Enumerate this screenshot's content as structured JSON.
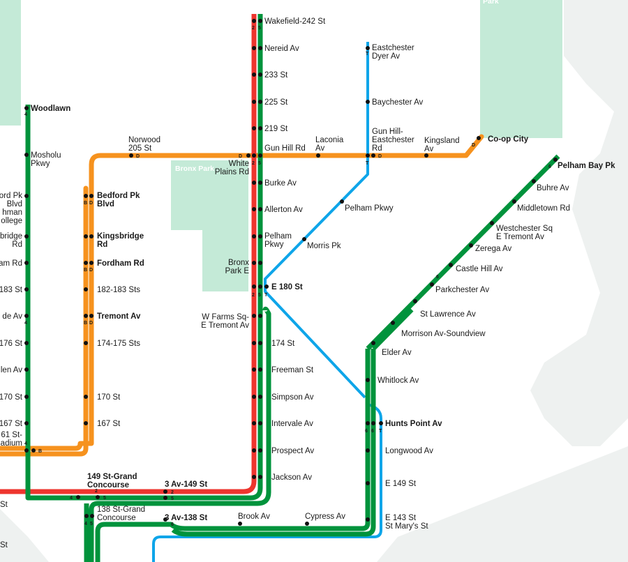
{
  "colors": {
    "background": "#ffffff",
    "water": "#eef1f0",
    "park": "#c4ead7",
    "red_line": "#ee352e",
    "green_line": "#00933c",
    "orange_line": "#f6921e",
    "blue_line": "#0ea5e9",
    "station": "#111111"
  },
  "parks": [
    {
      "id": "bronx-park",
      "label": "Bronx Park"
    },
    {
      "id": "pelham-park",
      "label": "Park"
    }
  ],
  "lines": {
    "red": {
      "routes": [
        "2"
      ]
    },
    "green": {
      "routes": [
        "4",
        "5",
        "6"
      ]
    },
    "orange": {
      "routes": [
        "B",
        "D"
      ]
    },
    "blue": {
      "routes": [
        "T"
      ]
    }
  },
  "stations": {
    "wakefield": {
      "name": [
        "Wakefield-242 St"
      ]
    },
    "nereid": {
      "name": [
        "Nereid Av"
      ]
    },
    "s233": {
      "name": [
        "233 St"
      ]
    },
    "s225": {
      "name": [
        "225 St"
      ]
    },
    "s219": {
      "name": [
        "219 St"
      ]
    },
    "gunhill_rd": {
      "name": [
        "Gun Hill Rd"
      ]
    },
    "burke": {
      "name": [
        "Burke Av"
      ]
    },
    "allerton": {
      "name": [
        "Allerton Av"
      ]
    },
    "pelham_pkwy_2": {
      "name": [
        "Pelham",
        "Pkwy"
      ]
    },
    "bronx_park_e": {
      "name": [
        "Bronx",
        "Park E"
      ]
    },
    "white_plains": {
      "name": [
        "White",
        "Plains Rd"
      ]
    },
    "e180": {
      "name": [
        "E 180 St"
      ]
    },
    "w_farms": {
      "name": [
        "W Farms Sq-",
        "E Tremont Av"
      ]
    },
    "s174": {
      "name": [
        "174 St"
      ]
    },
    "freeman": {
      "name": [
        "Freeman St"
      ]
    },
    "simpson": {
      "name": [
        "Simpson Av"
      ]
    },
    "intervale": {
      "name": [
        "Intervale Av"
      ]
    },
    "prospect": {
      "name": [
        "Prospect Av"
      ]
    },
    "jackson": {
      "name": [
        "Jackson Av"
      ]
    },
    "av3_149": {
      "name": [
        "3 Av-149 St"
      ]
    },
    "av3_138": {
      "name": [
        "3 Av-138 St"
      ]
    },
    "brook": {
      "name": [
        "Brook Av"
      ]
    },
    "cypress": {
      "name": [
        "Cypress Av"
      ]
    },
    "e143": {
      "name": [
        "E 143 St",
        "St Mary's St"
      ]
    },
    "e149": {
      "name": [
        "E 149 St"
      ]
    },
    "longwood": {
      "name": [
        "Longwood Av"
      ]
    },
    "hunts_point": {
      "name": [
        "Hunts Point Av"
      ]
    },
    "whitlock": {
      "name": [
        "Whitlock Av"
      ]
    },
    "elder": {
      "name": [
        "Elder Av"
      ]
    },
    "morrison": {
      "name": [
        "Morrison Av-Soundview"
      ]
    },
    "st_lawrence": {
      "name": [
        "St Lawrence Av"
      ]
    },
    "parkchester": {
      "name": [
        "Parkchester Av"
      ]
    },
    "castle_hill": {
      "name": [
        "Castle Hill Av"
      ]
    },
    "zerega": {
      "name": [
        "Zerega Av"
      ]
    },
    "westchester_sq": {
      "name": [
        "Westchester Sq",
        "E Tremont Av"
      ]
    },
    "middletown": {
      "name": [
        "Middletown Rd"
      ]
    },
    "buhre": {
      "name": [
        "Buhre Av"
      ]
    },
    "pelham_bay": {
      "name": [
        "Pelham Bay Pk"
      ]
    },
    "eastchester": {
      "name": [
        "Eastchester",
        "Dyer Av"
      ]
    },
    "baychester": {
      "name": [
        "Baychester Av"
      ]
    },
    "gunhill_east": {
      "name": [
        "Gun Hill-",
        "Eastchester",
        "Rd"
      ]
    },
    "laconia": {
      "name": [
        "Laconia",
        "Av"
      ]
    },
    "kingsland": {
      "name": [
        "Kingsland",
        "Av"
      ]
    },
    "coop_city": {
      "name": [
        "Co-op City"
      ]
    },
    "pelham_pkwy_t": {
      "name": [
        "Pelham Pkwy"
      ]
    },
    "morris_pk": {
      "name": [
        "Morris Pk"
      ]
    },
    "norwood": {
      "name": [
        "Norwood",
        "205 St"
      ]
    },
    "woodlawn": {
      "name": [
        "Woodlawn"
      ]
    },
    "mosholu": {
      "name": [
        "Mosholu",
        "Pkwy"
      ]
    },
    "bedford_pk": {
      "name": [
        "Bedford Pk",
        "Blvd"
      ]
    },
    "kingsbridge": {
      "name": [
        "Kingsbridge",
        "Rd"
      ]
    },
    "fordham": {
      "name": [
        "Fordham Rd"
      ]
    },
    "s182": {
      "name": [
        "182-183 Sts"
      ]
    },
    "tremont": {
      "name": [
        "Tremont Av"
      ]
    },
    "s174_175": {
      "name": [
        "174-175 Sts"
      ]
    },
    "s170_bd": {
      "name": [
        "170 St"
      ]
    },
    "s167_bd": {
      "name": [
        "167 St"
      ]
    },
    "s149_grand": {
      "name": [
        "149 St-Grand",
        "Concourse"
      ]
    },
    "s138_grand": {
      "name": [
        "138 St-Grand",
        "Concourse"
      ]
    },
    "edge_bedford": {
      "name": [
        "ord Pk",
        "Blvd",
        "hman",
        "ollege"
      ]
    },
    "edge_kingsbridge": {
      "name": [
        "bridge",
        "Rd"
      ]
    },
    "edge_fordham": {
      "name": [
        "am Rd"
      ]
    },
    "edge_183": {
      "name": [
        "183 St"
      ]
    },
    "edge_burnside": {
      "name": [
        "de Av"
      ]
    },
    "edge_176": {
      "name": [
        "176 St"
      ]
    },
    "edge_mt_eden": {
      "name": [
        "len Av"
      ]
    },
    "edge_170": {
      "name": [
        "170 St"
      ]
    },
    "edge_167": {
      "name": [
        "167 St"
      ]
    },
    "edge_161": {
      "name": [
        "61 St-",
        "adium"
      ]
    },
    "edge_s1": {
      "name": [
        "St"
      ]
    },
    "edge_s2": {
      "name": [
        "St"
      ]
    }
  }
}
